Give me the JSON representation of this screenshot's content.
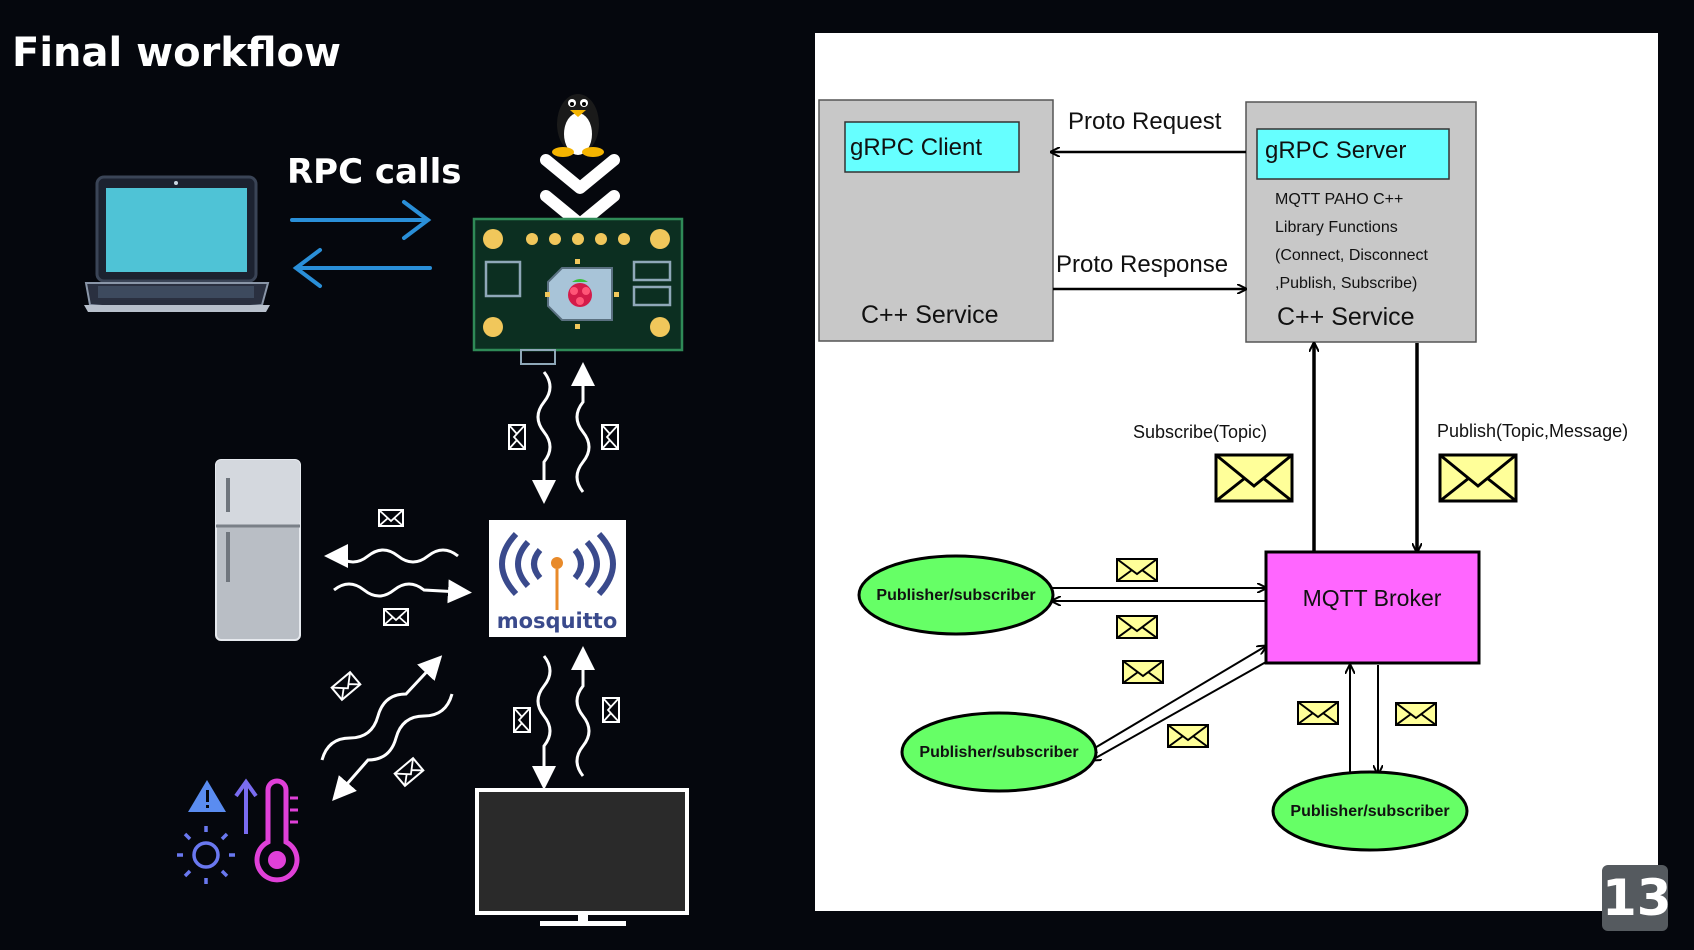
{
  "slide": {
    "title": "Final workflow",
    "rpc_label": "RPC calls",
    "page_number": "13",
    "mosquitto_label": "mosquitto"
  },
  "diagram": {
    "client_box": {
      "title": "gRPC Client",
      "subtitle": "C++ Service"
    },
    "server_box": {
      "title": "gRPC Server",
      "description_lines": [
        "MQTT PAHO C++",
        "Library Functions",
        "(Connect, Disconnect",
        ",Publish, Subscribe)"
      ],
      "subtitle": "C++ Service"
    },
    "proto_request": "Proto Request",
    "proto_response": "Proto Response",
    "subscribe_label": "Subscribe(Topic)",
    "publish_label": "Publish(Topic,Message)",
    "broker": "MQTT Broker",
    "publisher_subscriber": "Publisher/subscriber"
  },
  "colors": {
    "background": "#05070d",
    "arrow_blue": "#2a8fd8",
    "grpc_title_fill": "#66ffff",
    "service_box_fill": "#c8c8c8",
    "broker_fill": "#ff66ff",
    "node_fill": "#66ff66",
    "envelope_fill": "#ffff99",
    "laptop_screen": "#4fc3d6",
    "board_green": "#0c2f21"
  },
  "icons": [
    "laptop-icon",
    "linux-tux-icon",
    "chevron-down-icon",
    "raspberry-pi-board-icon",
    "refrigerator-icon",
    "mosquitto-logo",
    "television-icon",
    "warning-icon",
    "sun-icon",
    "thermometer-icon",
    "envelope-icon"
  ]
}
